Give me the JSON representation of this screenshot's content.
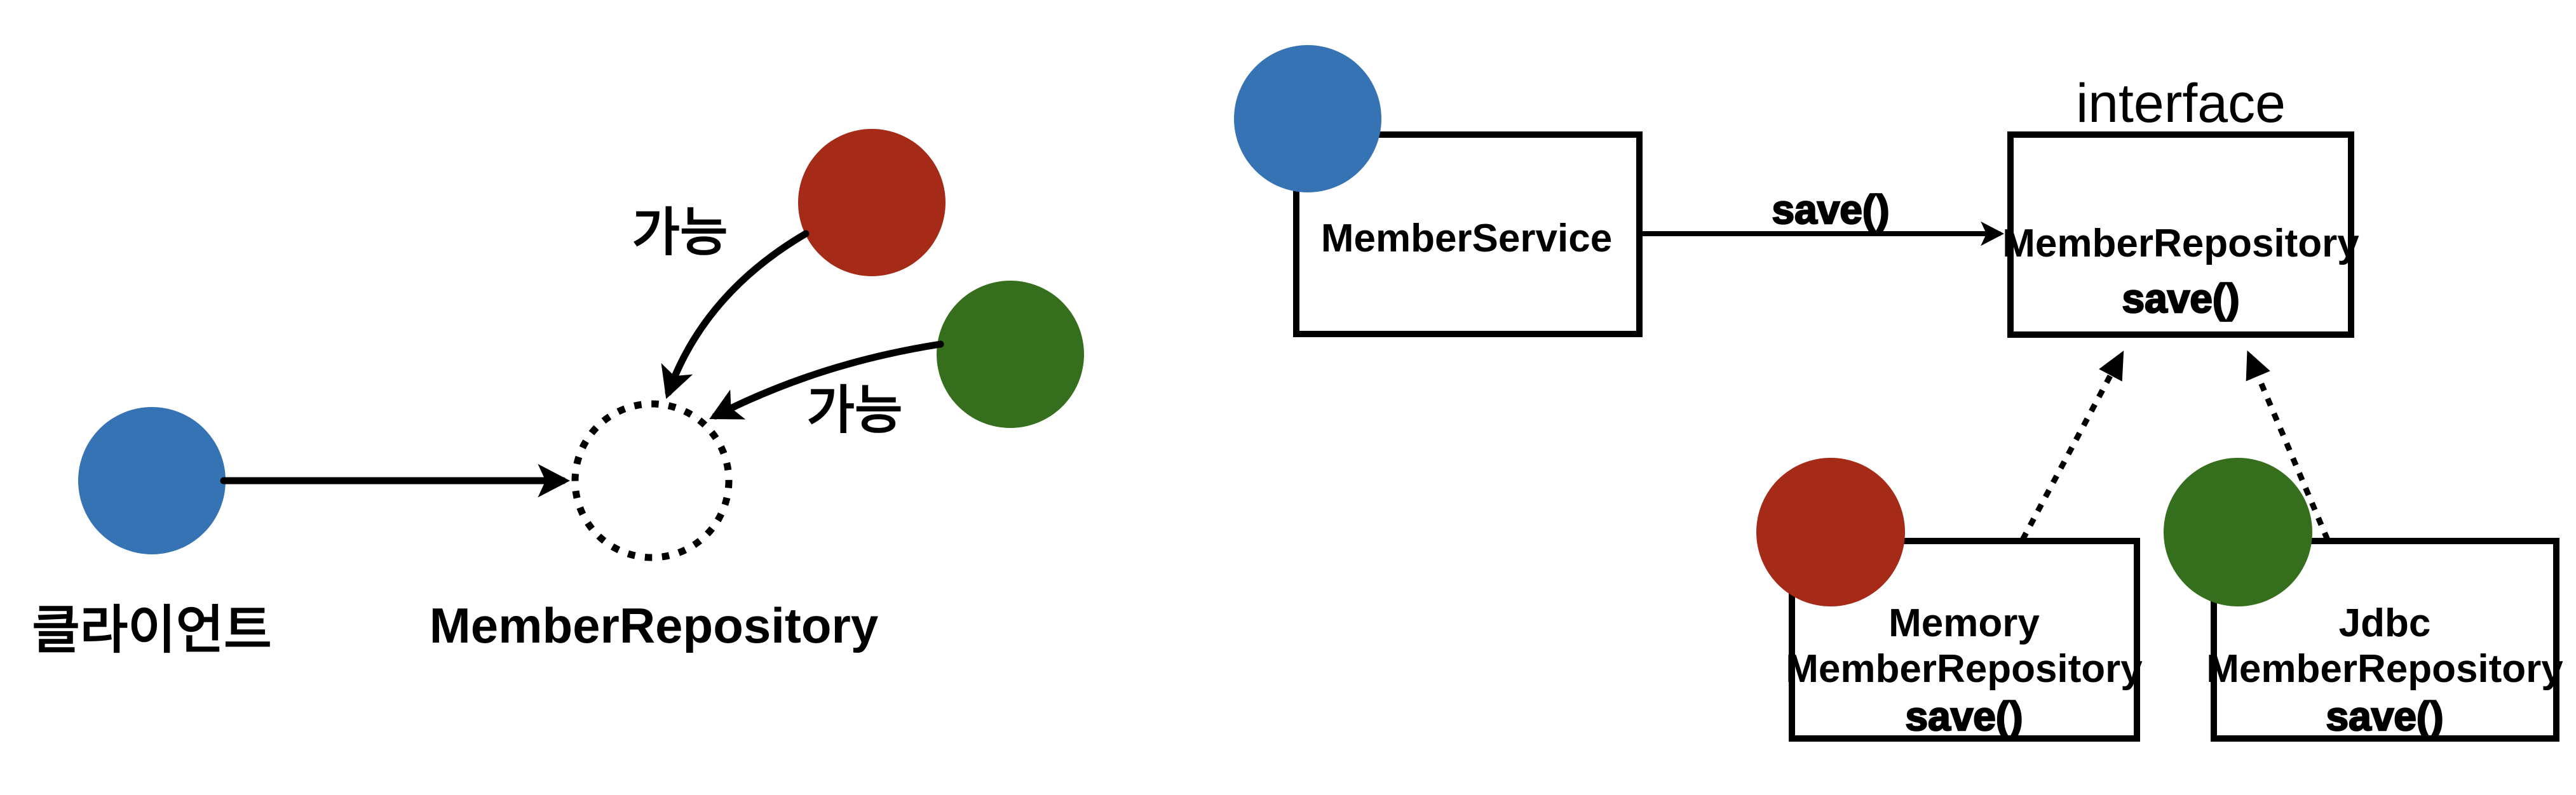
{
  "colors": {
    "actor_blue": "#3573B4",
    "impl_red": "#A52A18",
    "impl_green": "#356E1C",
    "label_gray": "#6B6B6B",
    "line_black": "#000000"
  },
  "left_diagram": {
    "client_label": "클라이언트",
    "repository_label": "MemberRepository",
    "possible_label_top": "가능",
    "possible_label_right": "가능"
  },
  "right_diagram": {
    "interface_caption": "interface",
    "service_box_label": "MemberService",
    "call_arrow_label": "save()",
    "interface_box": {
      "title": "MemberRepository",
      "method": "save()"
    },
    "memory_box": {
      "line1": "Memory",
      "line2": "MemberRepository",
      "method": "save()"
    },
    "jdbc_box": {
      "line1": "Jdbc",
      "line2": "MemberRepository",
      "method": "save()"
    }
  }
}
